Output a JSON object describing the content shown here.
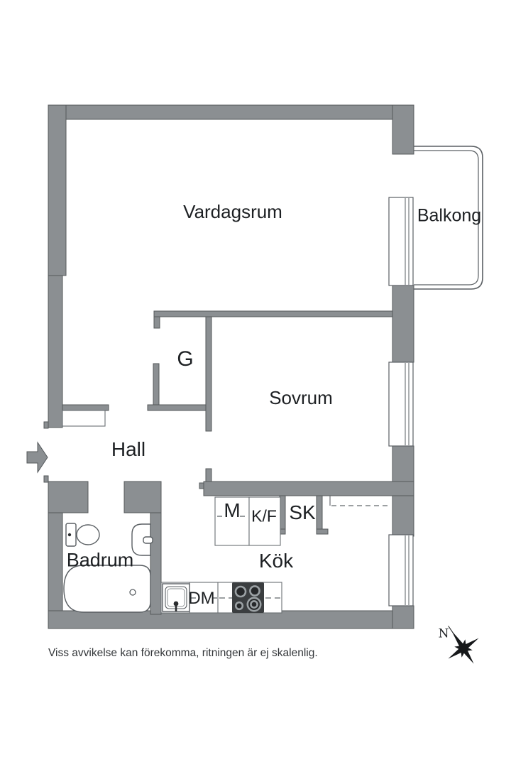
{
  "plan": {
    "rooms": {
      "vardagsrum": "Vardagsrum",
      "balkong": "Balkong",
      "garderob": "G",
      "sovrum": "Sovrum",
      "hall": "Hall",
      "badrum": "Badrum",
      "kok": "Kök"
    },
    "appliances": {
      "m": "M",
      "kf": "K/F",
      "sk": "SK",
      "dm": "DM"
    },
    "compass_north": "N",
    "disclaimer": "Viss avvikelse kan förekomma, ritningen är ej skalenlig.",
    "colors": {
      "wall": "#8b8f92",
      "wall_outline": "#54585b",
      "stove": "#3b3e40",
      "text": "#1d2023"
    }
  }
}
